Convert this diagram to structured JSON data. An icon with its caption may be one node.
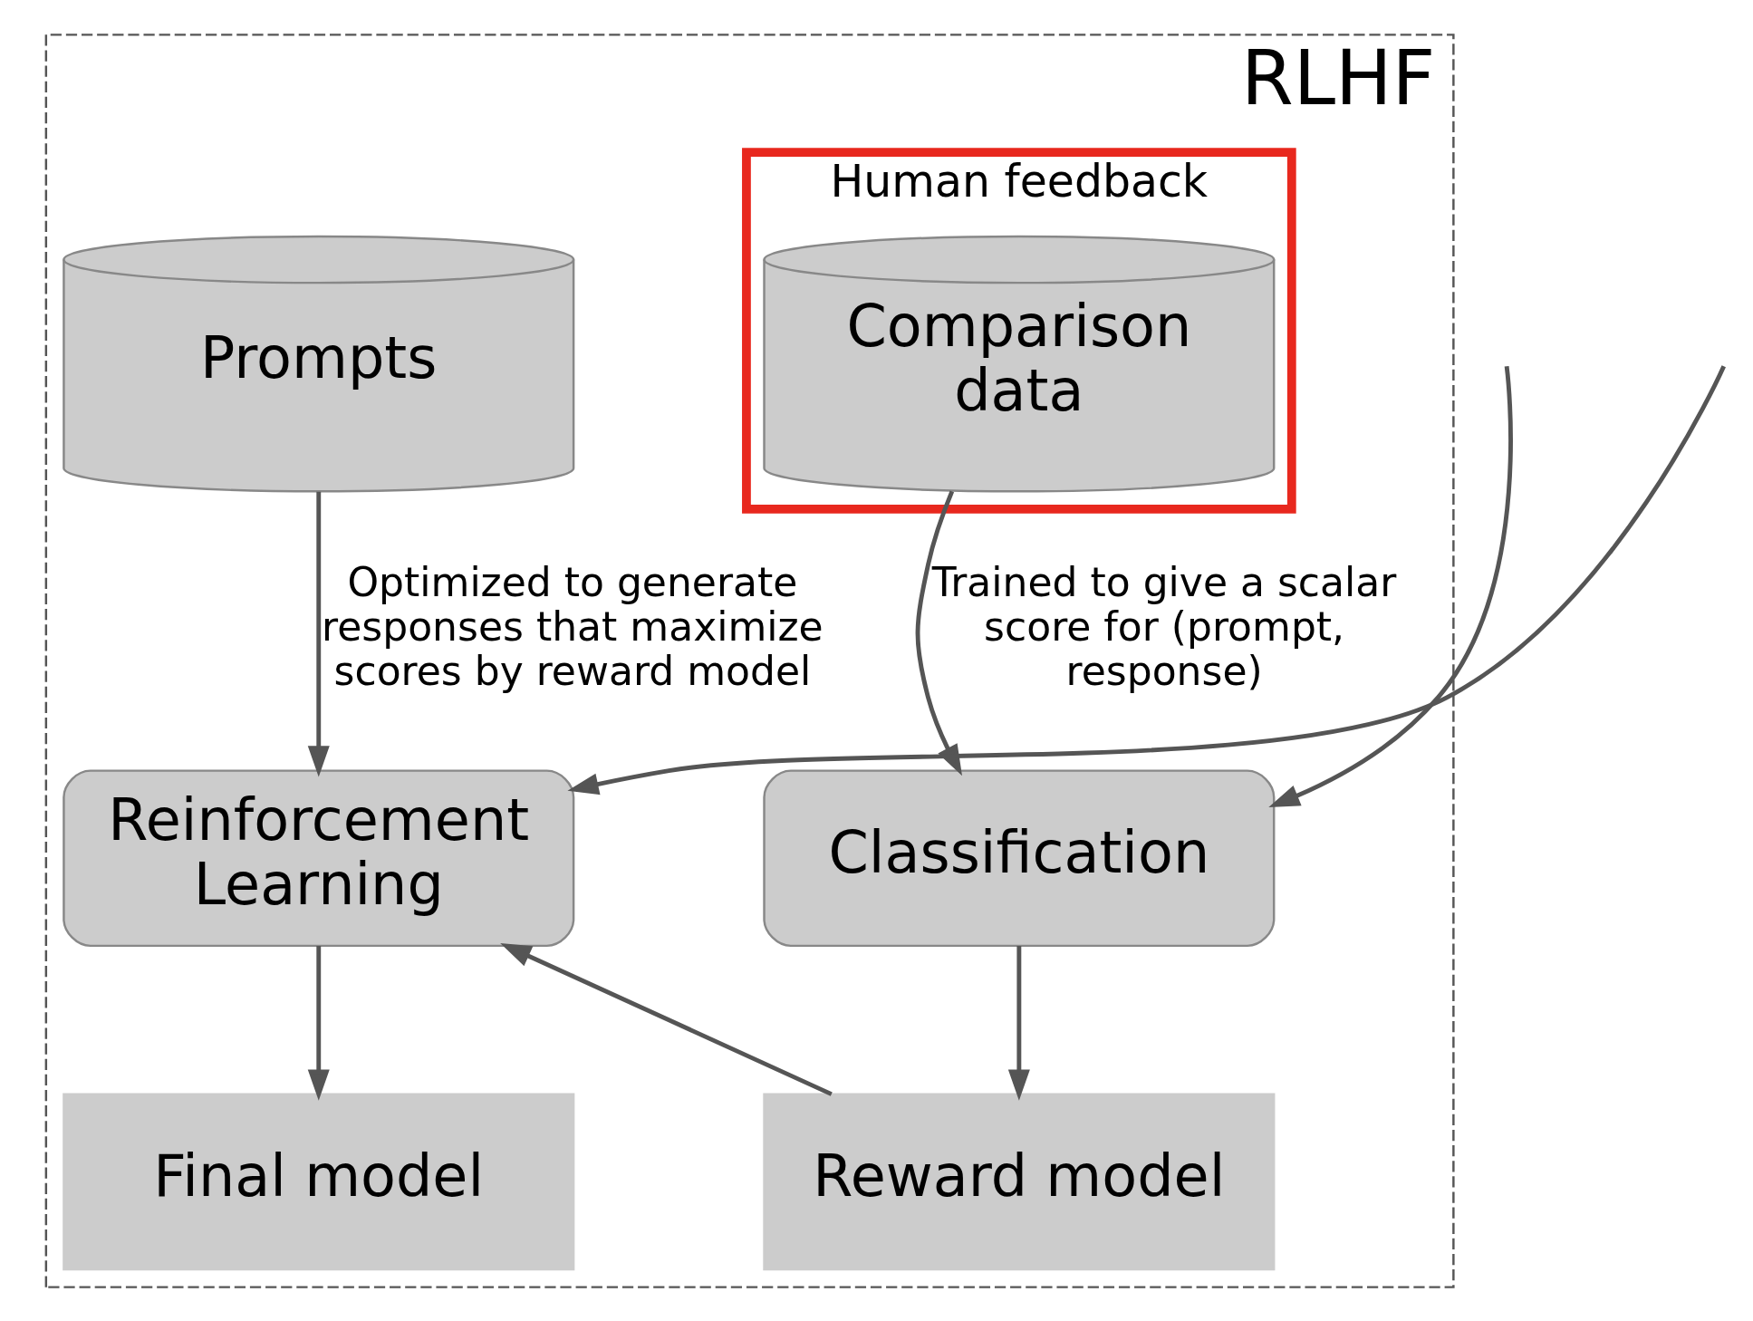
{
  "diagram": {
    "nodes": [
      {
        "text": [
          "RLHF"
        ]
      },
      {
        "text": [
          "Human feedback"
        ],
        "in": 0
      },
      {
        "text": [
          "Comparison data"
        ],
        "in": 1
      },
      {
        "text": [
          "Prompts"
        ],
        "in": 0
      },
      {
        "text": [
          "Classification"
        ],
        "in": 0
      },
      {
        "text": [
          "Reinforcement Learning"
        ],
        "in": 0
      },
      {
        "text": [
          "Reward model"
        ],
        "in": 0
      },
      {
        "text": [
          "Final model"
        ],
        "in": 0
      }
    ],
    "edges": [
      {
        "from": 2,
        "to": 4,
        "arrow": "to",
        "label": "Trained to give a scalar score for (prompt, response)"
      },
      {
        "from": 3,
        "to": 5,
        "arrow": "to",
        "label": "Optimized to generate responses that maximize scores by reward model"
      },
      {
        "from": null,
        "to": 4,
        "arrow": "to"
      },
      {
        "from": 4,
        "to": 6,
        "arrow": "to"
      },
      {
        "from": 6,
        "to": 5,
        "arrow": "to"
      },
      {
        "from": 5,
        "to": 7,
        "arrow": "to"
      },
      {
        "from": null,
        "to": 5,
        "arrow": "to"
      }
    ]
  }
}
